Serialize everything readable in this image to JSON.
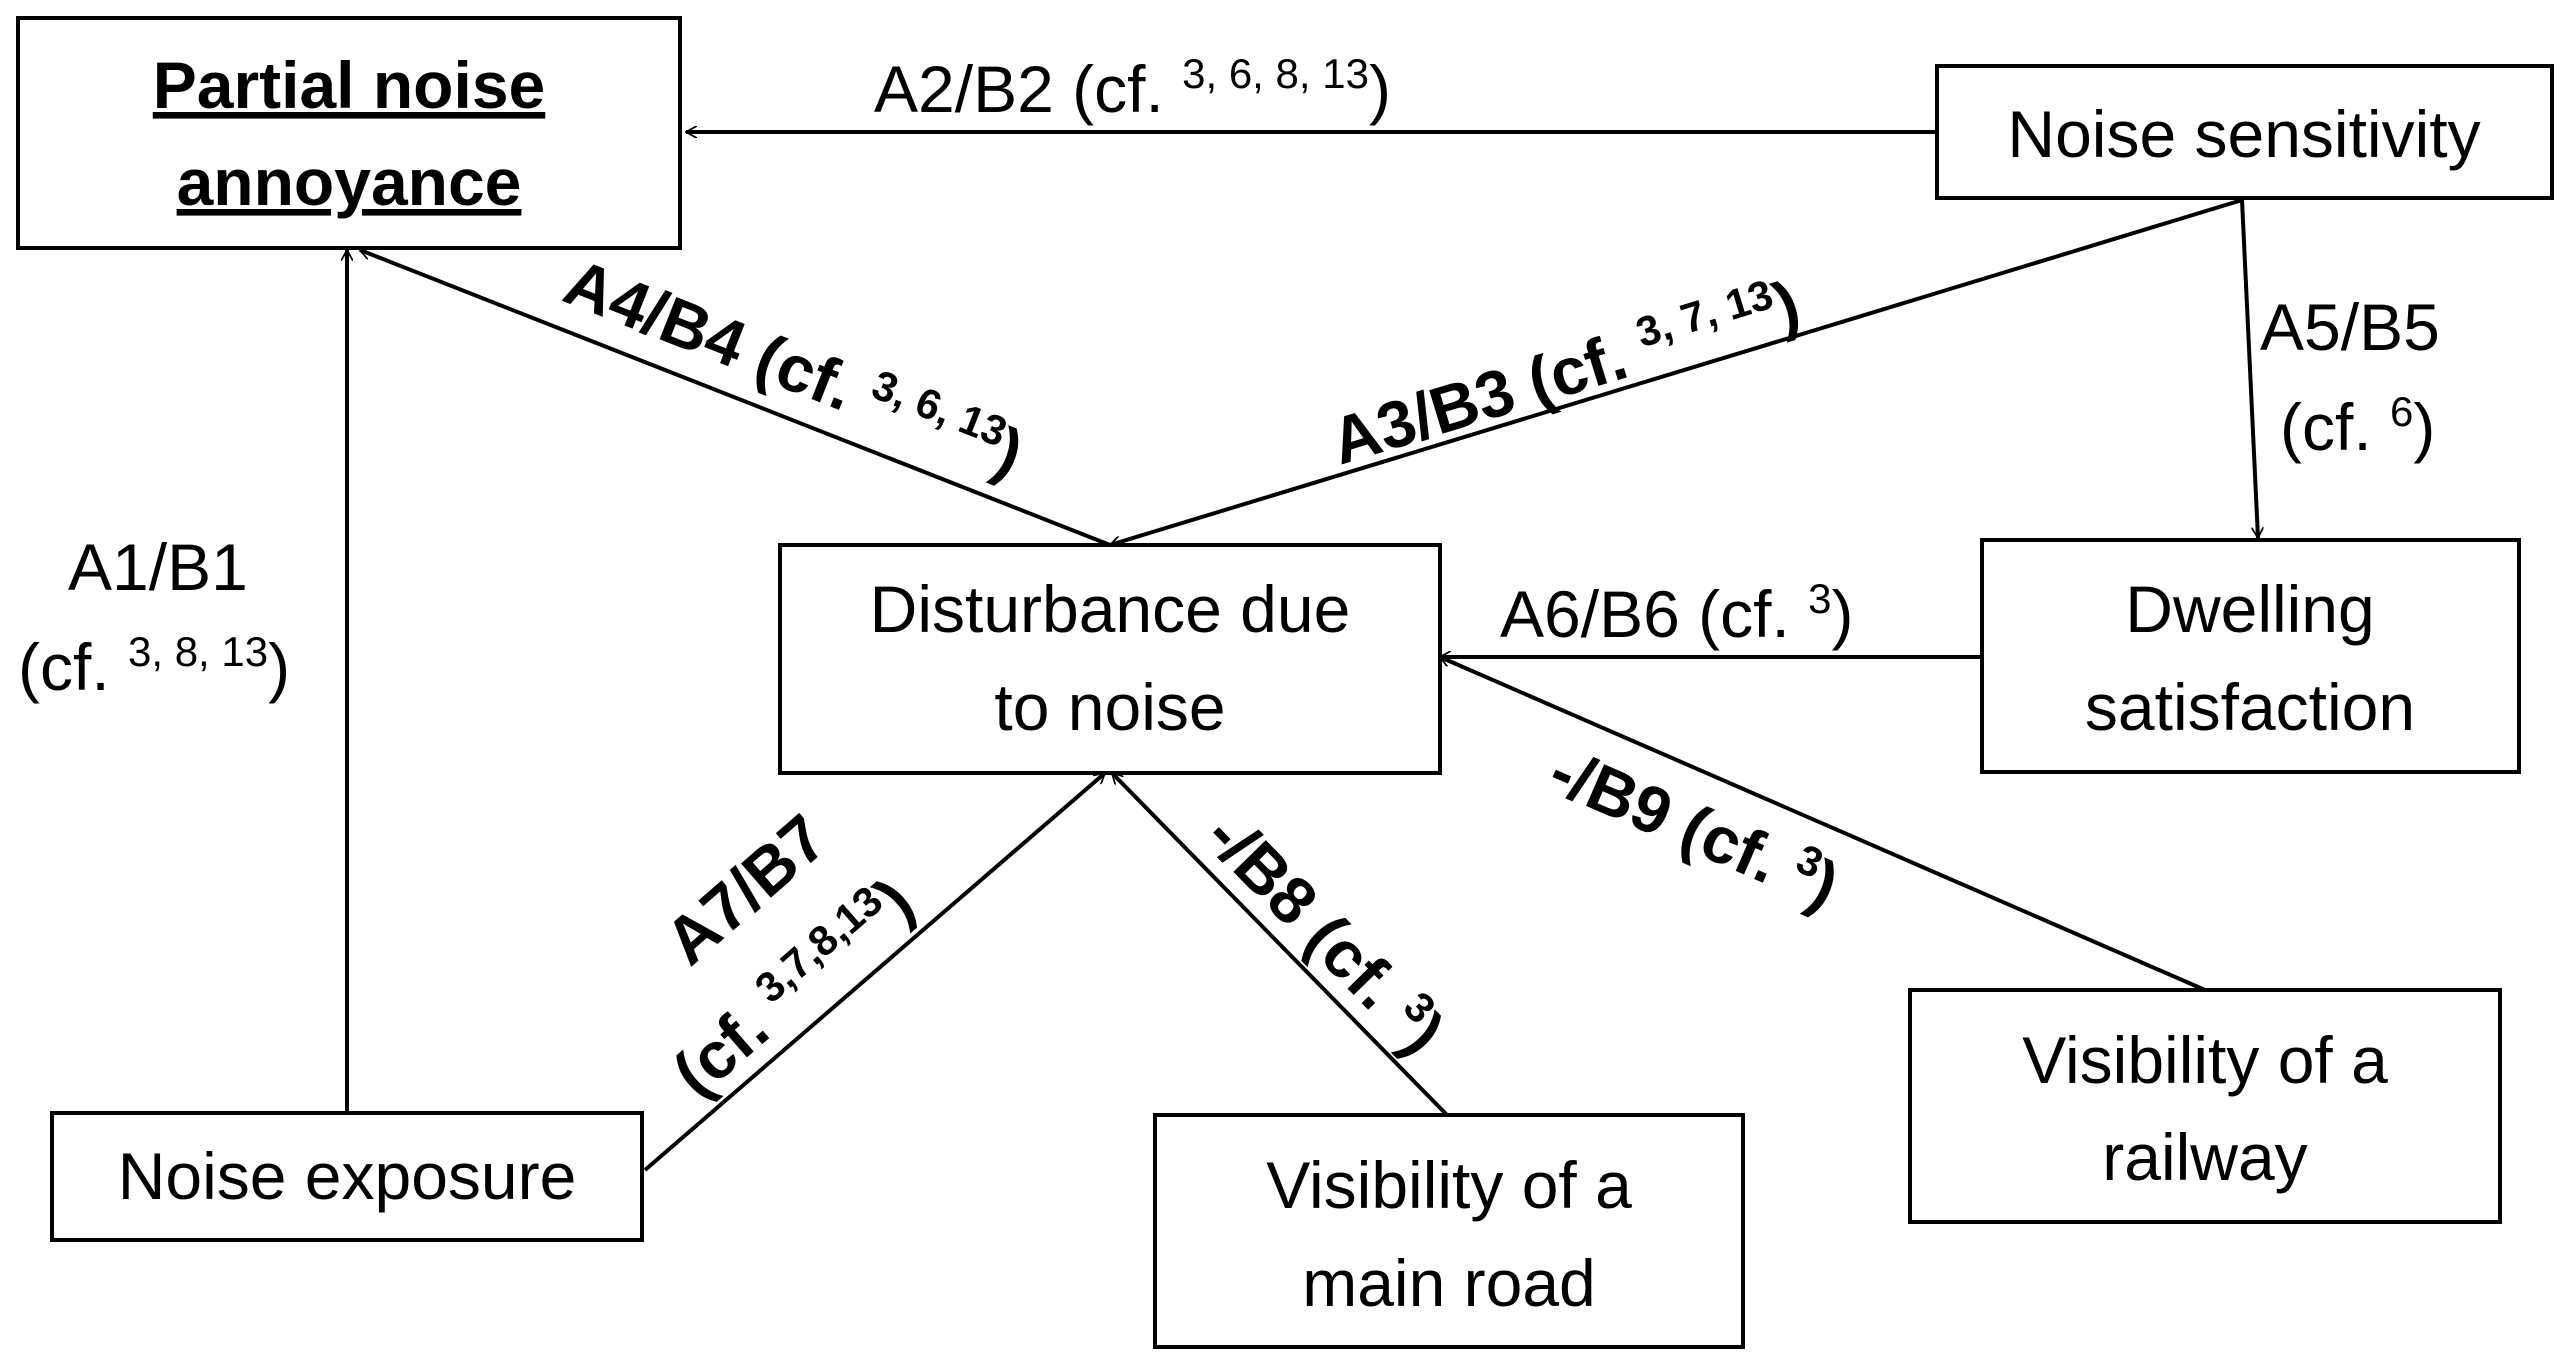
{
  "nodes": {
    "partial_noise_annoyance": [
      "Partial noise",
      "annoyance"
    ],
    "noise_sensitivity": [
      "Noise sensitivity"
    ],
    "disturbance": [
      "Disturbance due",
      "to noise"
    ],
    "dwelling_satisfaction": [
      "Dwelling",
      "satisfaction"
    ],
    "noise_exposure": [
      "Noise exposure"
    ],
    "visibility_main_road": [
      "Visibility of a",
      "main road"
    ],
    "visibility_railway": [
      "Visibility of a",
      "railway"
    ]
  },
  "edges": {
    "a1b1": {
      "text": [
        "A1/B1",
        "(cf. "
      ],
      "refs": "3, 8, 13",
      "close": ")"
    },
    "a2b2": {
      "text": [
        "A2/B2 (cf. "
      ],
      "refs": "3, 6, 8, 13",
      "close": ")"
    },
    "a3b3": {
      "text": [
        "A3/B3 (cf. "
      ],
      "refs": "3, 7, 13",
      "close": ")"
    },
    "a4b4": {
      "text": [
        "A4/B4 (cf. "
      ],
      "refs": "3, 6, 13",
      "close": ")"
    },
    "a5b5": {
      "text": [
        "A5/B5",
        "(cf. "
      ],
      "refs": "6",
      "close": ")"
    },
    "a6b6": {
      "text": [
        "A6/B6 (cf. "
      ],
      "refs": "3",
      "close": ")"
    },
    "a7b7": {
      "text": [
        "A7/B7",
        "(cf. "
      ],
      "refs": "3,7,8,13",
      "close": ")"
    },
    "b8": {
      "text": [
        "-/B8 (cf. "
      ],
      "refs": "3",
      "close": ")"
    },
    "b9": {
      "text": [
        "-/B9 (cf. "
      ],
      "refs": "3",
      "close": ")"
    }
  }
}
